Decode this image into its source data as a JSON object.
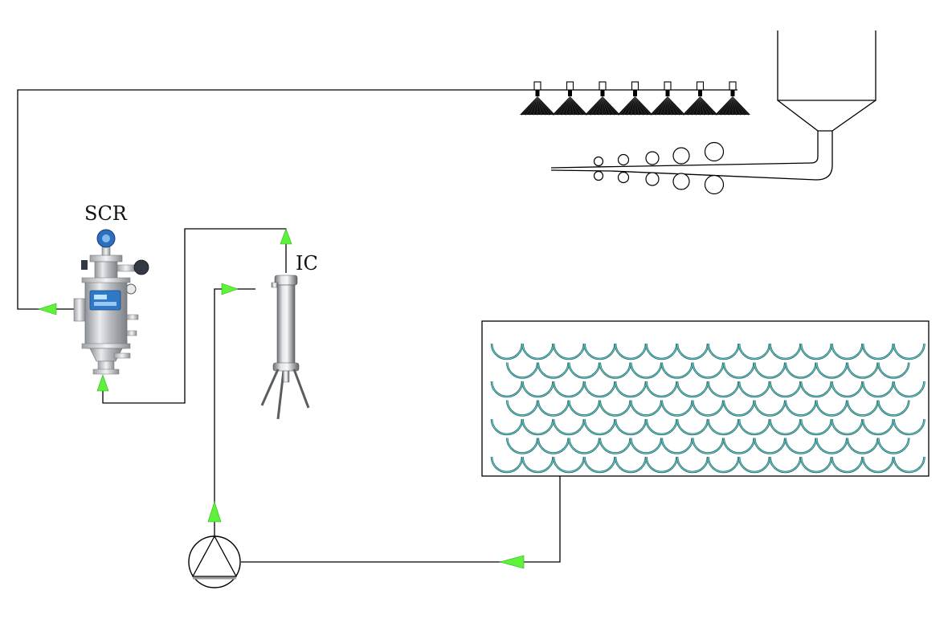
{
  "labels": {
    "scr": "SCR",
    "ic": "IC"
  },
  "colors": {
    "flow_arrow": "#5ef23a",
    "pipe": "#000000",
    "tank_media": "#1f6b6b",
    "scr_body": "#c9ccd1",
    "scr_panel": "#2f78c8"
  },
  "components": {
    "spray_nozzles": {
      "count": 7
    },
    "roller_pairs": {
      "count": 5
    },
    "tank_scale_rows": 7,
    "tank_scale_cols": 14
  }
}
